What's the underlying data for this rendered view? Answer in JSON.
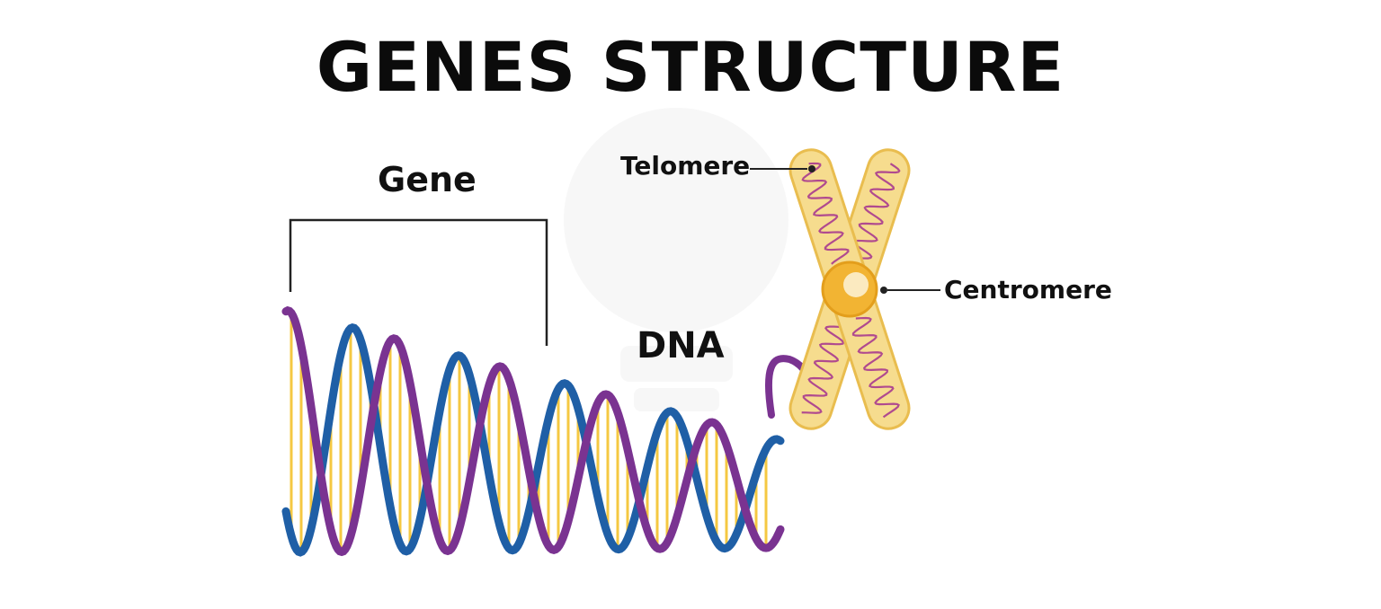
{
  "title": "GENES STRUCTURE",
  "labels": {
    "gene": "Gene",
    "dna": "DNA",
    "telomere": "Telomere",
    "centromere": "Centromere"
  },
  "colors": {
    "strand_purple": "#7a3391",
    "strand_magenta": "#a8499e",
    "strand_blue": "#1f5fa6",
    "strand_lightblue": "#5f9ccf",
    "base_pair": "#f5c842",
    "chromatid_fill": "#f6dc8e",
    "chromatid_border": "#e9bd4f",
    "dna_coil": "#b04a8f",
    "centromere": "#f2b433",
    "centromere_highlight": "#fbeac0",
    "watermark": "#f3f3f3"
  }
}
